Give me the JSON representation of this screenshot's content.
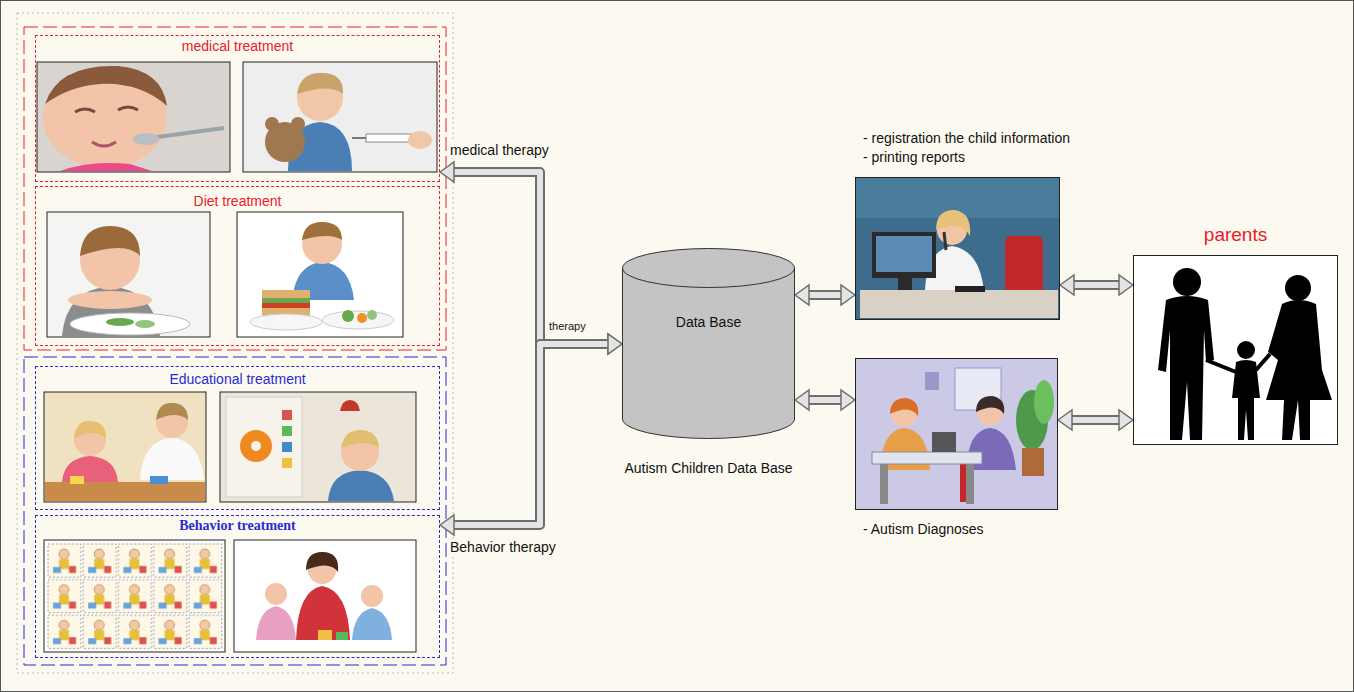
{
  "diagram": {
    "nodes": [
      {
        "text": [
          "medical treatment"
        ]
      },
      {
        "text": [
          "Diet treatment"
        ]
      },
      {
        "text": [
          "Educational treatment"
        ]
      },
      {
        "text": [
          "Behavior treatment"
        ]
      },
      {
        "text": [
          "Data Base",
          "Autism Children Data Base"
        ]
      },
      {
        "text": [
          "- registration the child information",
          "- printing reports"
        ]
      },
      {
        "text": [
          "- Autism Diagnoses"
        ]
      },
      {
        "text": [
          "parents"
        ]
      }
    ],
    "edges": [
      {
        "from": 4,
        "to": 0,
        "arrow": "both",
        "label": "medical therapy"
      },
      {
        "from": 4,
        "to": 3,
        "arrow": "both",
        "label": "Behavior therapy"
      },
      {
        "from": 4,
        "to": 5,
        "arrow": "both"
      },
      {
        "from": 4,
        "to": 6,
        "arrow": "both"
      },
      {
        "from": 5,
        "to": 7,
        "arrow": "both"
      },
      {
        "from": 6,
        "to": 7,
        "arrow": "both"
      }
    ],
    "labels": [
      "therapy"
    ]
  }
}
